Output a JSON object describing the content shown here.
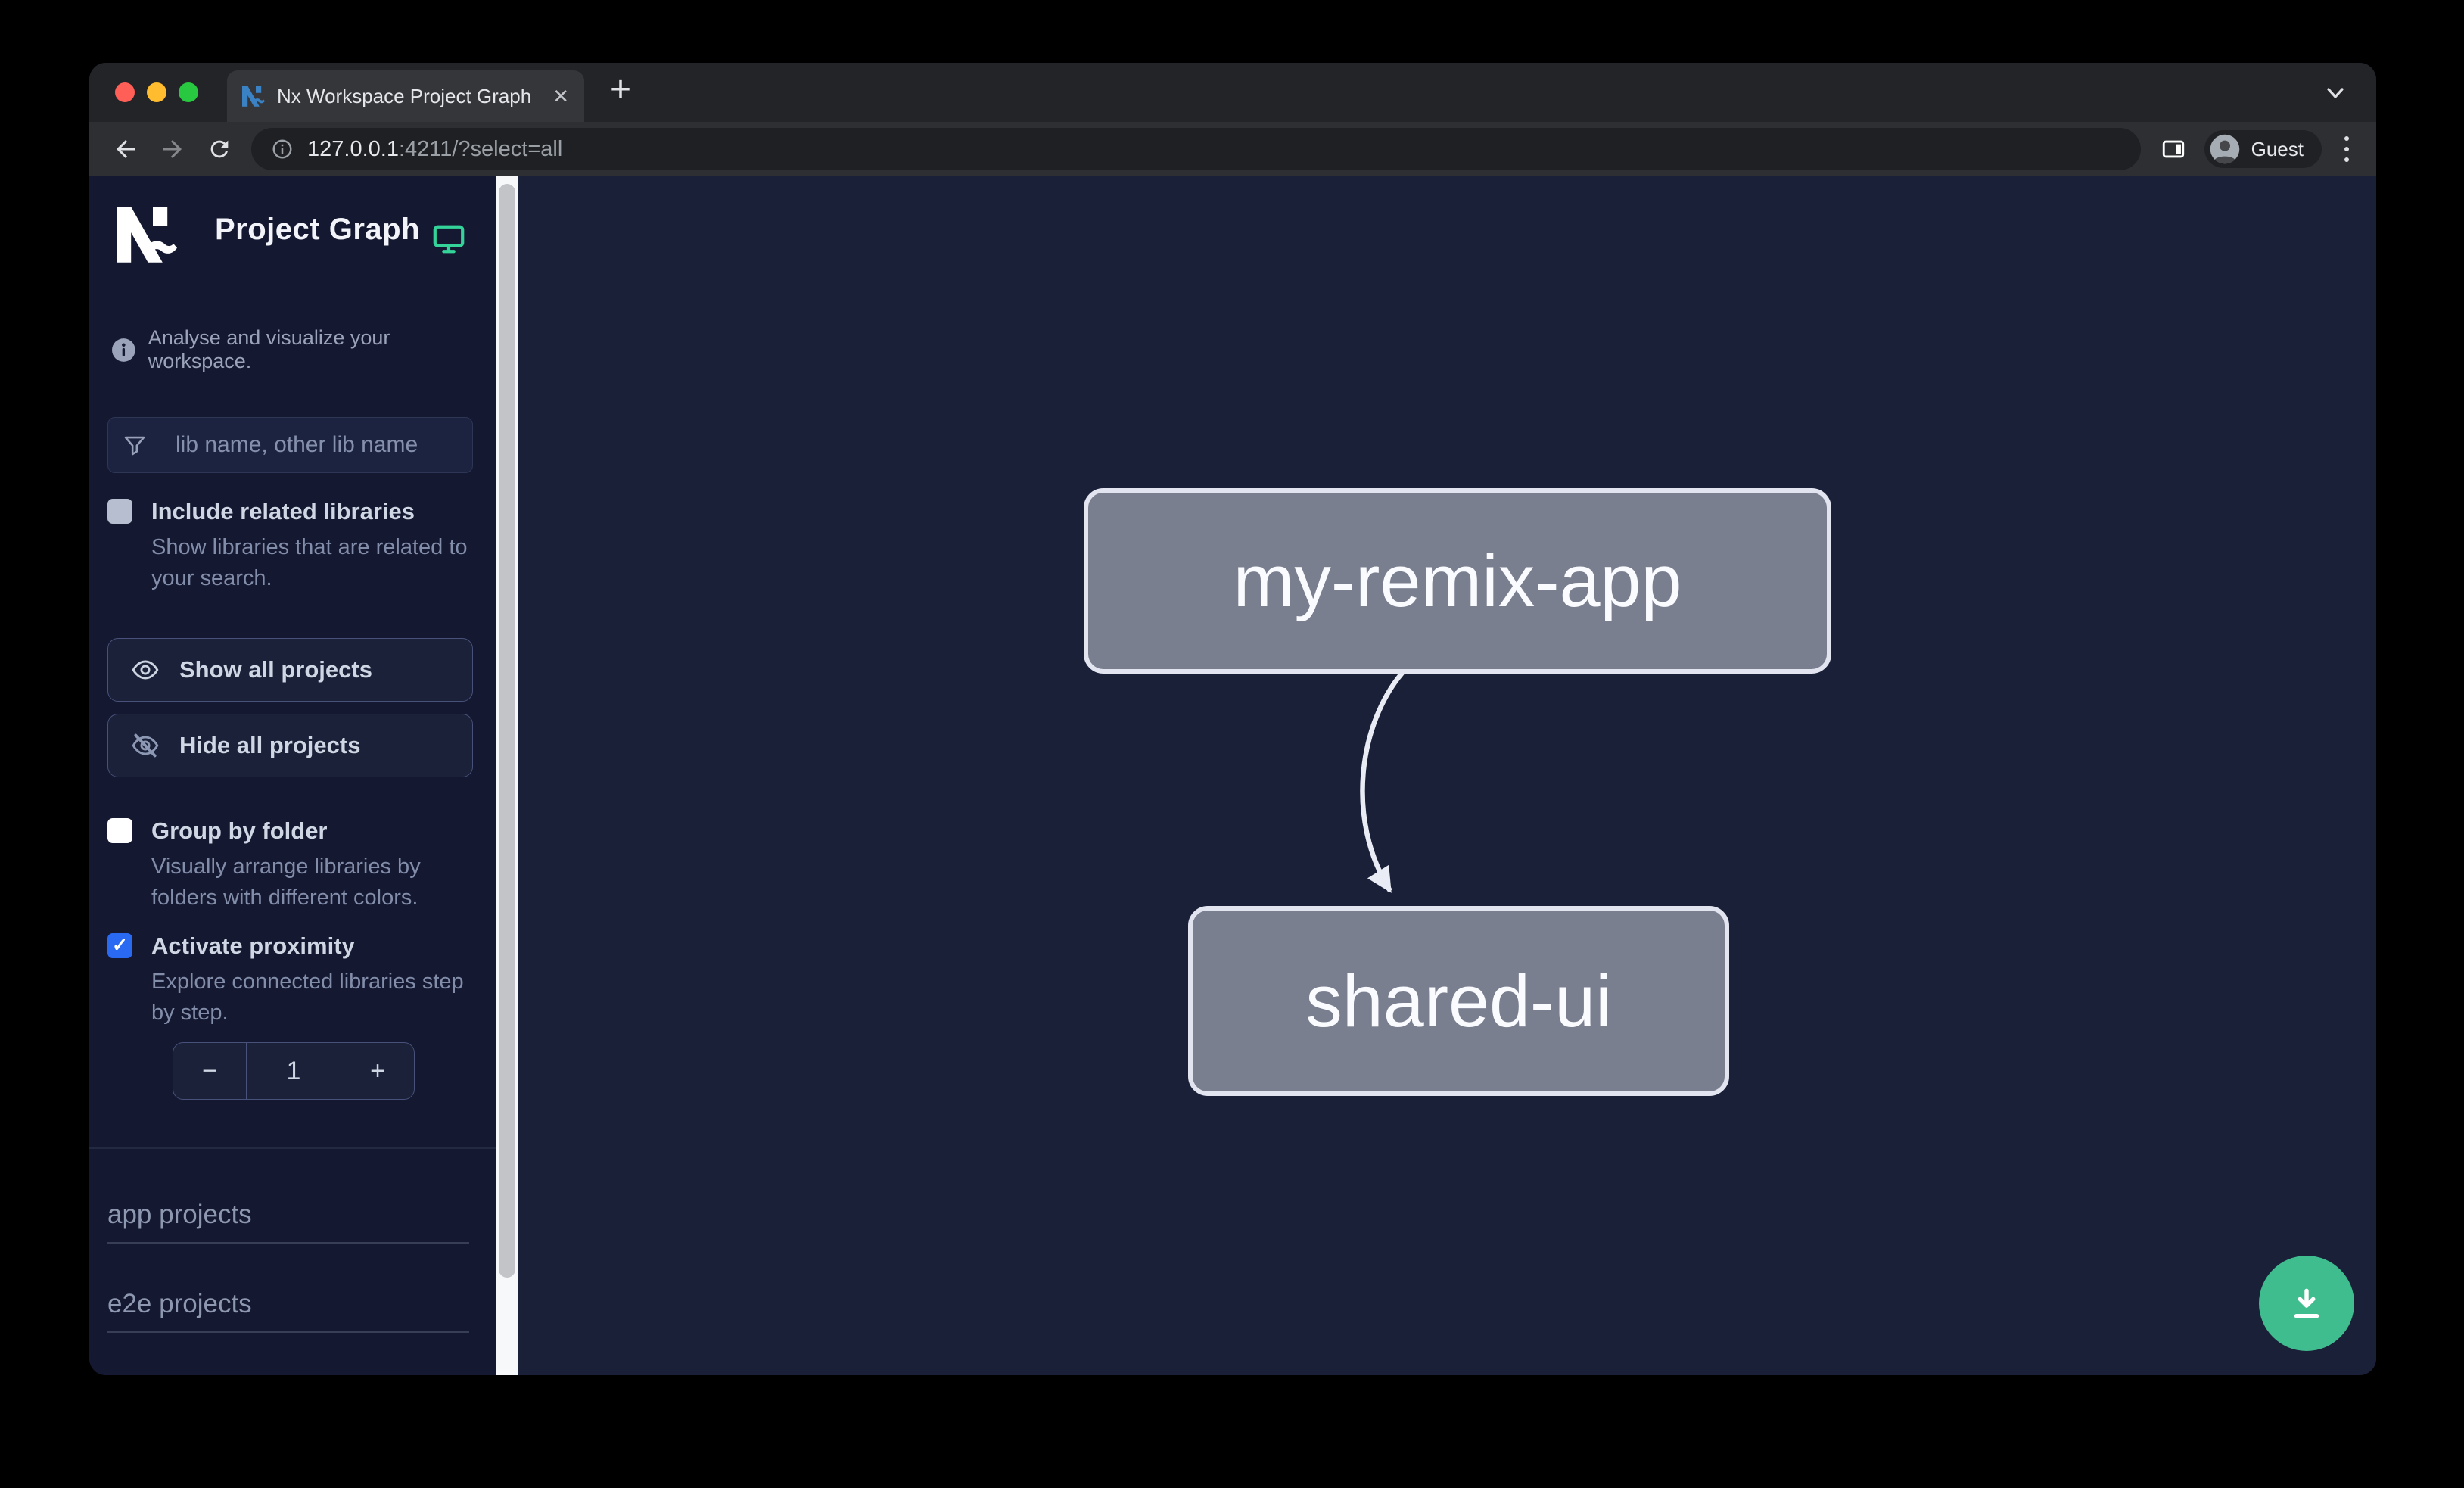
{
  "browser": {
    "tab_title": "Nx Workspace Project Graph",
    "close_glyph": "✕",
    "new_tab_glyph": "+",
    "url": {
      "host": "127.0.0.1",
      "path": ":4211/?select=all"
    },
    "profile_label": "Guest"
  },
  "sidebar": {
    "brand_title": "Project Graph",
    "tagline": "Analyse and visualize your workspace.",
    "search": {
      "placeholder": "lib name, other lib name"
    },
    "include_related": {
      "label": "Include related libraries",
      "description": "Show libraries that are related to your search.",
      "checked": false
    },
    "actions": {
      "show_all": "Show all projects",
      "hide_all": "Hide all projects"
    },
    "group_by_folder": {
      "label": "Group by folder",
      "description": "Visually arrange libraries by folders with different colors.",
      "checked": false
    },
    "proximity": {
      "label": "Activate proximity",
      "description": "Explore connected libraries step by step.",
      "checked": true,
      "counter_value": "1",
      "decrement_glyph": "−",
      "increment_glyph": "+"
    },
    "sections": [
      {
        "label": "app projects"
      },
      {
        "label": "e2e projects"
      }
    ]
  },
  "graph": {
    "nodes": [
      {
        "label": "my-remix-app"
      },
      {
        "label": "shared-ui"
      }
    ],
    "edges": [
      {
        "source": "my-remix-app",
        "target": "shared-ui"
      }
    ]
  },
  "icons": {
    "check": "✓"
  },
  "colors": {
    "accent_teal": "#34d399",
    "checkbox_blue": "#2a6af3",
    "fab_green": "#3fbd8e",
    "node_fill": "#7a7f90",
    "node_border": "#e2e5f0",
    "edge": "#e9ecf4",
    "sidebar_bg": "#141830",
    "canvas_bg": "#1a2038"
  }
}
